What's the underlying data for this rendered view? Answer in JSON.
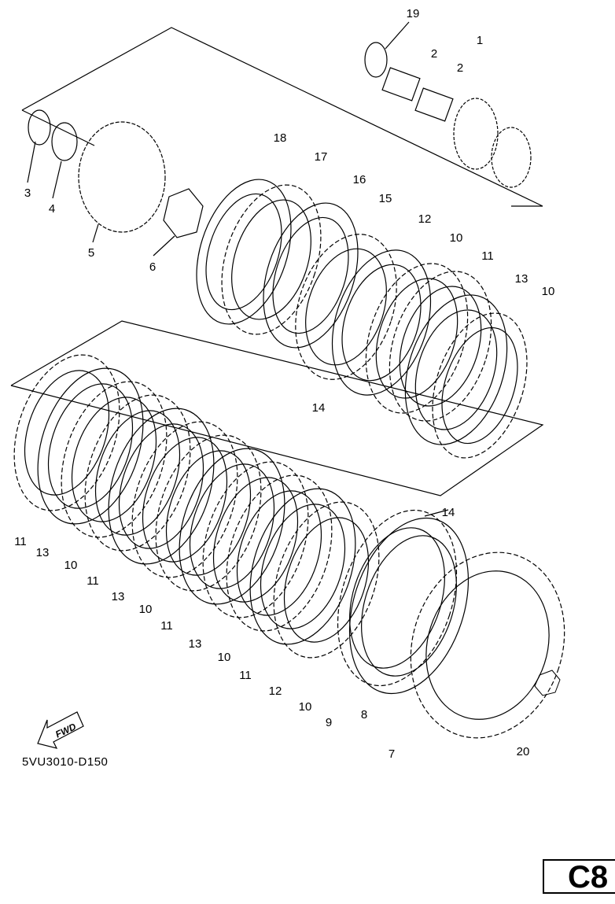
{
  "diagram": {
    "part_labels": [
      "19",
      "1",
      "2",
      "2",
      "3",
      "4",
      "5",
      "6",
      "18",
      "17",
      "16",
      "15",
      "12",
      "10",
      "11",
      "13",
      "10",
      "14",
      "14",
      "11",
      "13",
      "10",
      "11",
      "13",
      "10",
      "11",
      "13",
      "10",
      "11",
      "12",
      "10",
      "9",
      "8",
      "7",
      "20"
    ],
    "fwd_label": "FWD",
    "drawing_code": "5VU3010-D150",
    "page_id": "C8"
  }
}
